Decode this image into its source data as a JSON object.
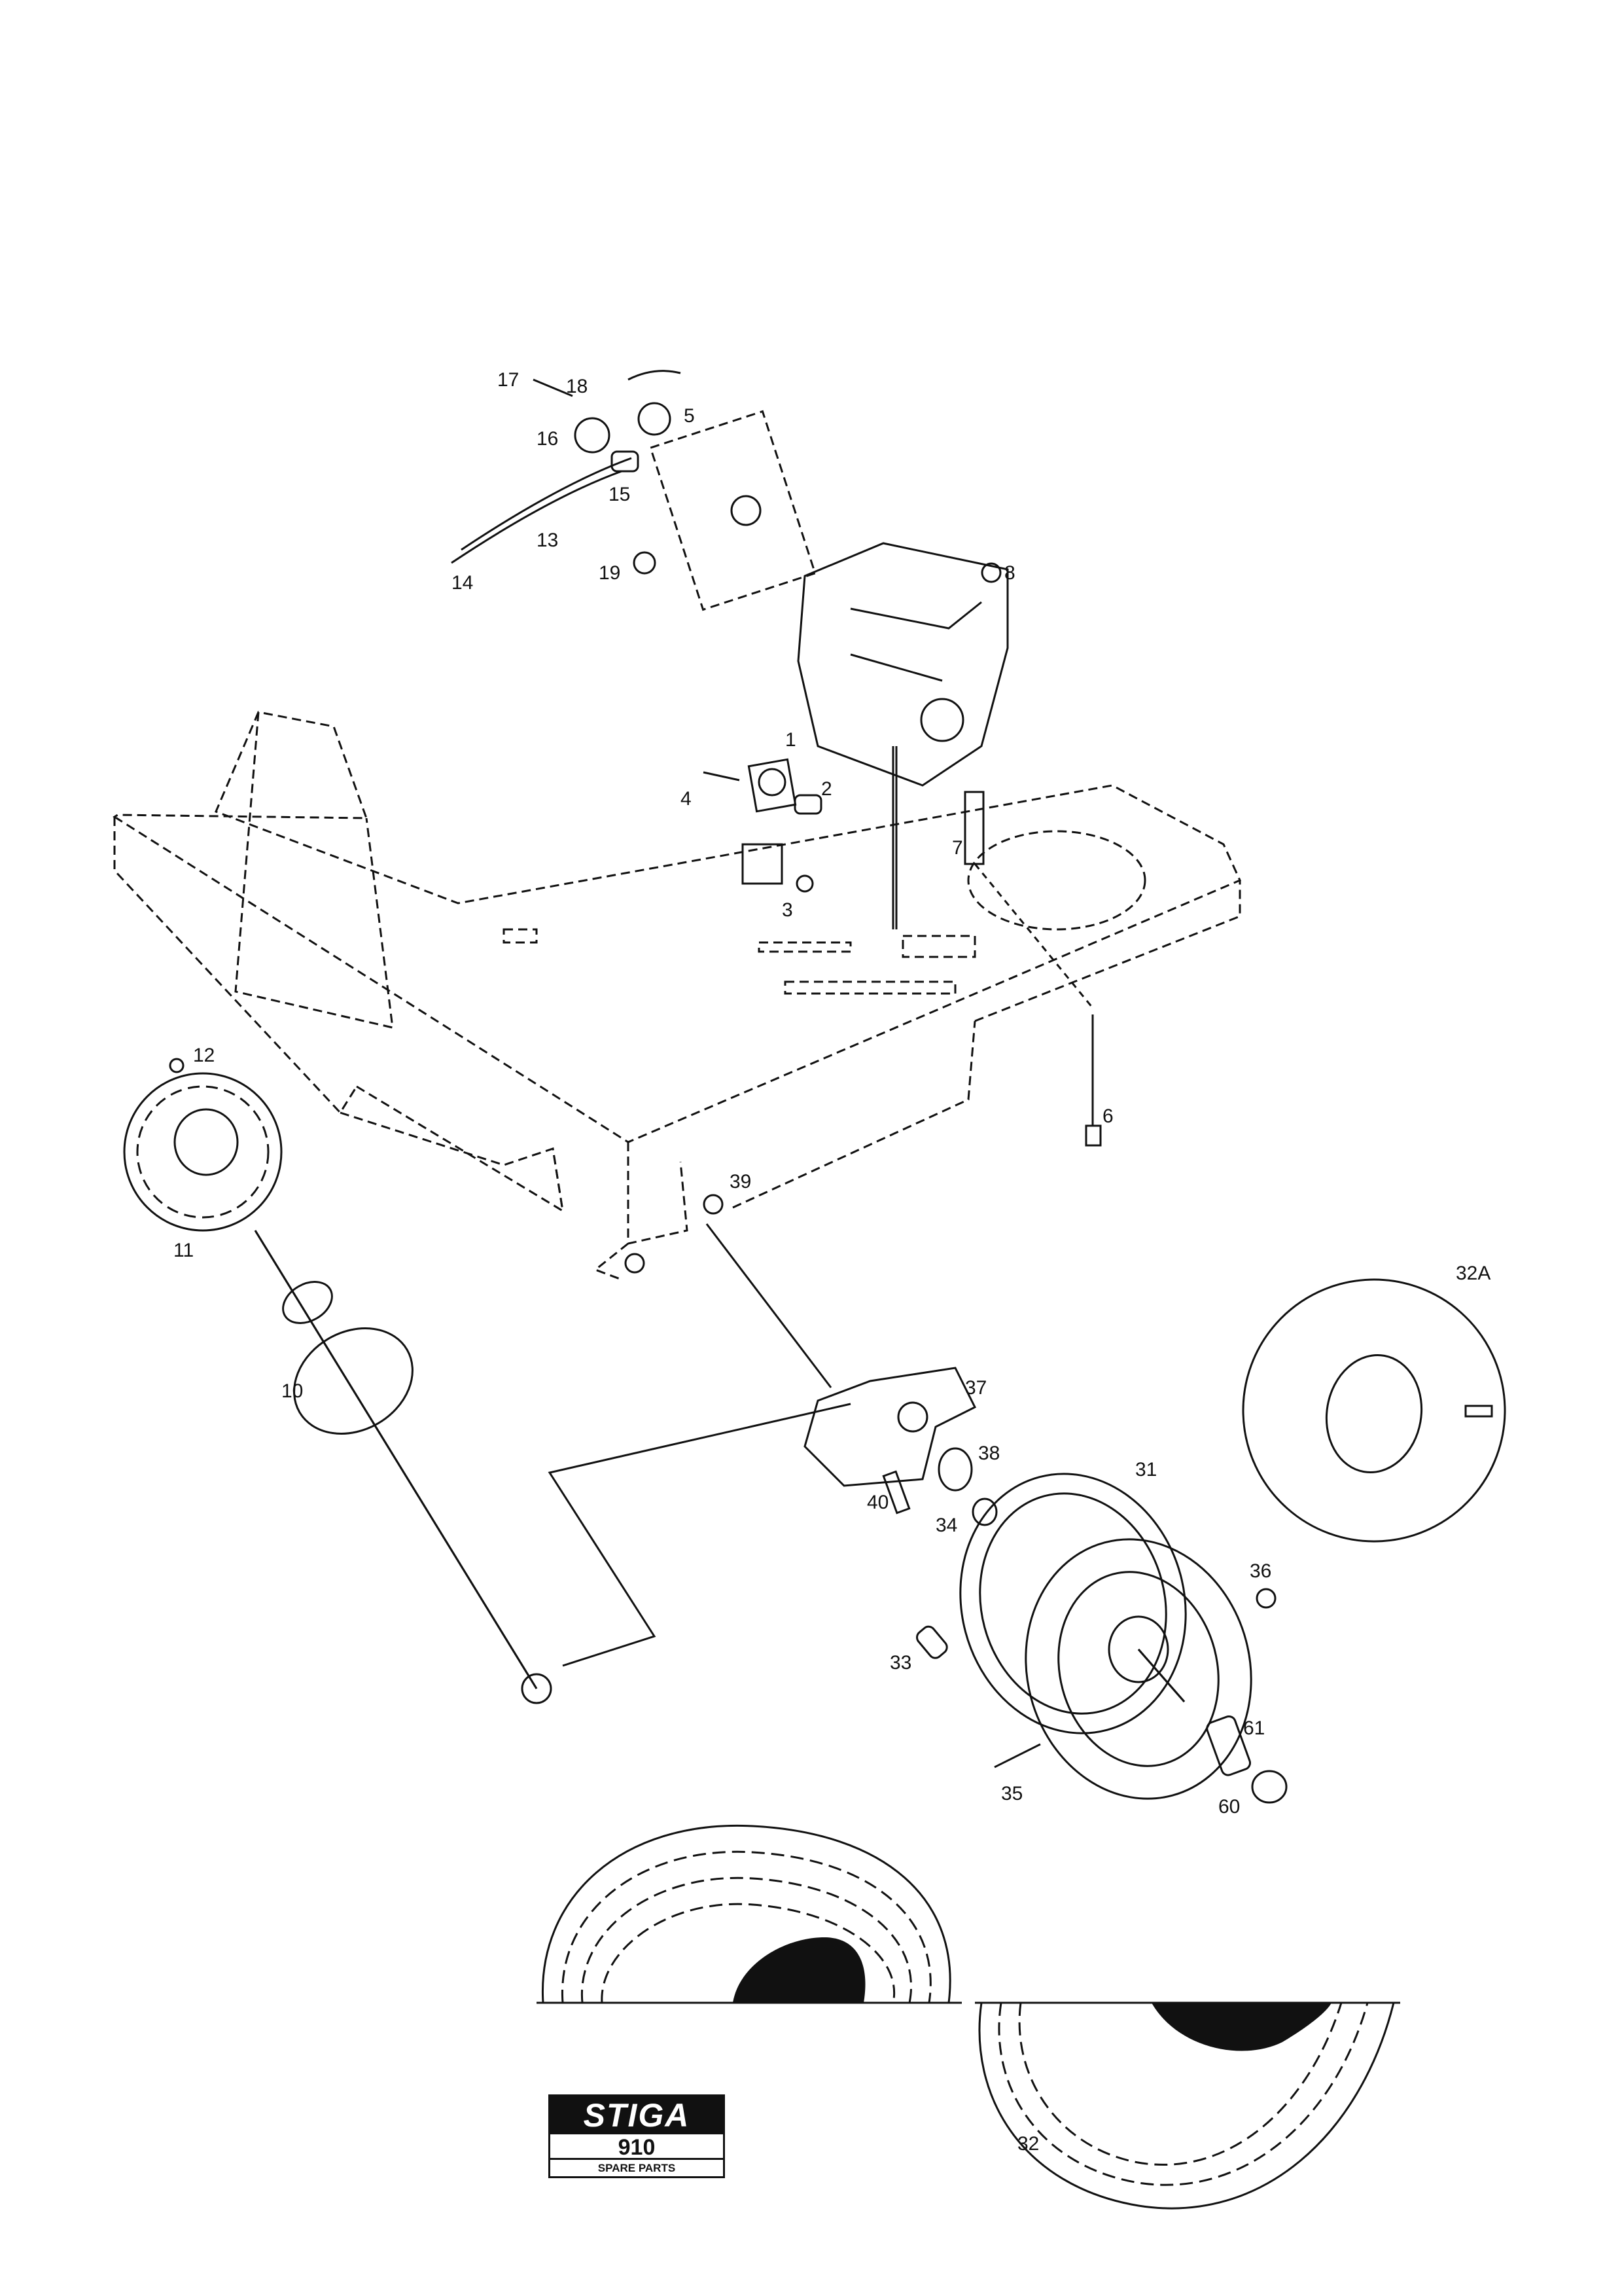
{
  "diagram": {
    "part_labels": [
      {
        "id": "p1",
        "text": "1"
      },
      {
        "id": "p2",
        "text": "2"
      },
      {
        "id": "p3",
        "text": "3"
      },
      {
        "id": "p4",
        "text": "4"
      },
      {
        "id": "p5",
        "text": "5"
      },
      {
        "id": "p6",
        "text": "6"
      },
      {
        "id": "p7",
        "text": "7"
      },
      {
        "id": "p8",
        "text": "8"
      },
      {
        "id": "p10",
        "text": "10"
      },
      {
        "id": "p11",
        "text": "11"
      },
      {
        "id": "p12",
        "text": "12"
      },
      {
        "id": "p13",
        "text": "13"
      },
      {
        "id": "p14",
        "text": "14"
      },
      {
        "id": "p15",
        "text": "15"
      },
      {
        "id": "p16",
        "text": "16"
      },
      {
        "id": "p17",
        "text": "17"
      },
      {
        "id": "p18",
        "text": "18"
      },
      {
        "id": "p19",
        "text": "19"
      },
      {
        "id": "p31",
        "text": "31"
      },
      {
        "id": "p32",
        "text": "32"
      },
      {
        "id": "p32a",
        "text": "32A"
      },
      {
        "id": "p33",
        "text": "33"
      },
      {
        "id": "p34",
        "text": "34"
      },
      {
        "id": "p35",
        "text": "35"
      },
      {
        "id": "p36",
        "text": "36"
      },
      {
        "id": "p37",
        "text": "37"
      },
      {
        "id": "p38",
        "text": "38"
      },
      {
        "id": "p39",
        "text": "39"
      },
      {
        "id": "p40",
        "text": "40"
      },
      {
        "id": "p60",
        "text": "60"
      },
      {
        "id": "p61",
        "text": "61"
      }
    ]
  },
  "logo": {
    "brand": "STIGA",
    "model": "910",
    "subtitle": "SPARE PARTS"
  }
}
